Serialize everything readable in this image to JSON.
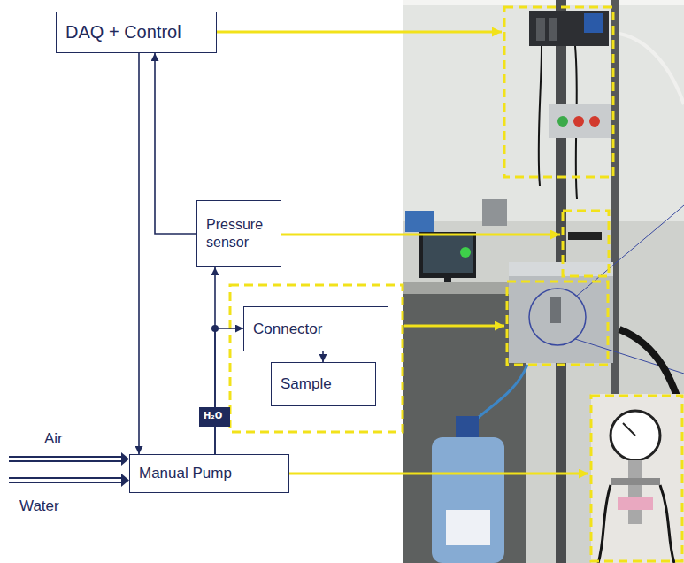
{
  "diagram": {
    "nodes": [
      {
        "text": [
          "DAQ + Control"
        ]
      },
      {
        "text": [
          "Pressure sensor"
        ]
      },
      {
        "text": [
          "Connector"
        ]
      },
      {
        "text": [
          "Sample"
        ]
      },
      {
        "text": [
          "Manual Pump"
        ]
      }
    ],
    "edges": [
      {
        "from": 0,
        "to": 4,
        "arrow": "to"
      },
      {
        "from": 1,
        "to": 0,
        "arrow": "to"
      },
      {
        "from": 4,
        "to": 1,
        "arrow": "to",
        "label": "H₂O"
      },
      {
        "from": 4,
        "to": 2,
        "arrow": "to"
      },
      {
        "from": 2,
        "to": 3,
        "arrow": "to"
      }
    ],
    "labels": [
      "Air",
      "Water"
    ]
  }
}
